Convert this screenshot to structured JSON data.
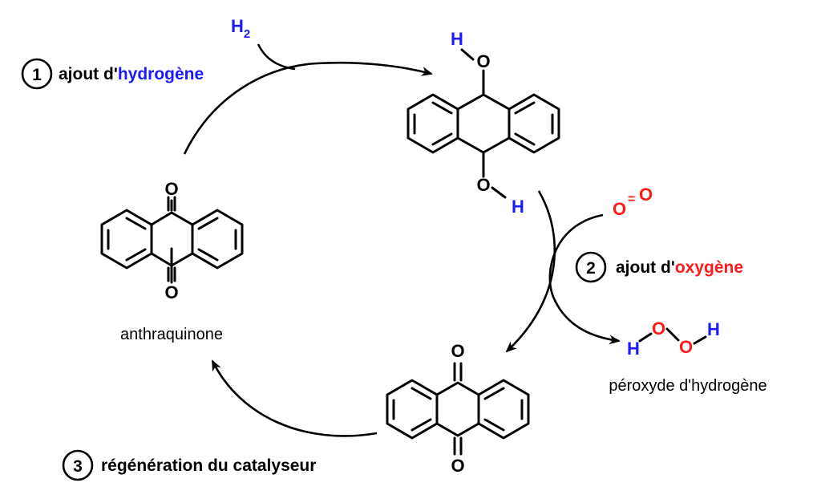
{
  "steps": [
    {
      "number": "1",
      "prefix": "ajout d'",
      "keyword": "hydrogène",
      "keyword_color": "#1a1aff"
    },
    {
      "number": "2",
      "prefix": "ajout d'",
      "keyword": "oxygène",
      "keyword_color": "#ff1a1a"
    },
    {
      "number": "3",
      "prefix": "",
      "keyword": "régénération du catalyseur",
      "keyword_color": "#000000"
    }
  ],
  "reagents": {
    "hydrogen": {
      "symbol": "H",
      "subscript": "2",
      "color": "#1a1aff"
    },
    "oxygen": {
      "left": "O",
      "bond": "=",
      "right": "O",
      "color": "#ff1a1a"
    }
  },
  "molecules": {
    "anthraquinone": {
      "name": "anthraquinone",
      "top_atom": "O",
      "bottom_atom": "O"
    },
    "anthrahydroquinone": {
      "top_h": "H",
      "top_o": "O",
      "bottom_o": "O",
      "bottom_h": "H"
    },
    "regenerated": {
      "top_atom": "O",
      "bottom_atom": "O"
    },
    "hydrogen_peroxide": {
      "name": "péroxyde d'hydrogène",
      "h1": "H",
      "o1": "O",
      "o2": "O",
      "h2": "H"
    }
  },
  "colors": {
    "hydrogen": "#1a1aff",
    "oxygen": "#ff1a1a",
    "ink": "#000000"
  }
}
